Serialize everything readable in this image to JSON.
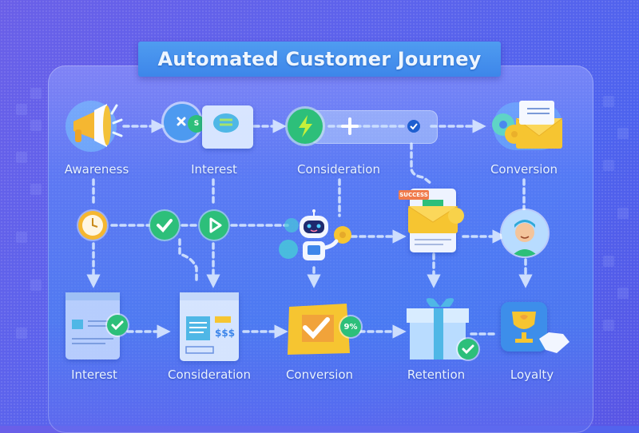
{
  "title": "Automated Customer Journey",
  "top_row": [
    {
      "label": "Awareness",
      "icon": "megaphone-icon"
    },
    {
      "label": "Interest",
      "icon": "chat-bubbles-icon"
    },
    {
      "label": "Consideration",
      "icon": "lightning-icon"
    },
    {
      "label": "Conversion",
      "icon": "envelope-gears-icon"
    }
  ],
  "middle_row": [
    {
      "icon": "clock-icon"
    },
    {
      "icon": "checkmark-icon"
    },
    {
      "icon": "play-icon"
    },
    {
      "icon": "robot-icon"
    },
    {
      "icon": "email-success-icon",
      "badge": "SUCCESS"
    },
    {
      "icon": "customer-avatar-icon"
    }
  ],
  "bottom_row": [
    {
      "label": "Interest",
      "icon": "webpage-check-icon"
    },
    {
      "label": "Consideration",
      "icon": "pricing-page-icon",
      "text": "$$$"
    },
    {
      "label": "Conversion",
      "icon": "checkmark-box-icon",
      "badge": "9%"
    },
    {
      "label": "Retention",
      "icon": "gift-icon"
    },
    {
      "label": "Loyalty",
      "icon": "trophy-handshake-icon"
    }
  ],
  "colors": {
    "background": "#5b63ec",
    "title_bar": "#4592ee",
    "green": "#2dbf7a",
    "yellow": "#f6c531",
    "orange": "#f07a4a"
  }
}
